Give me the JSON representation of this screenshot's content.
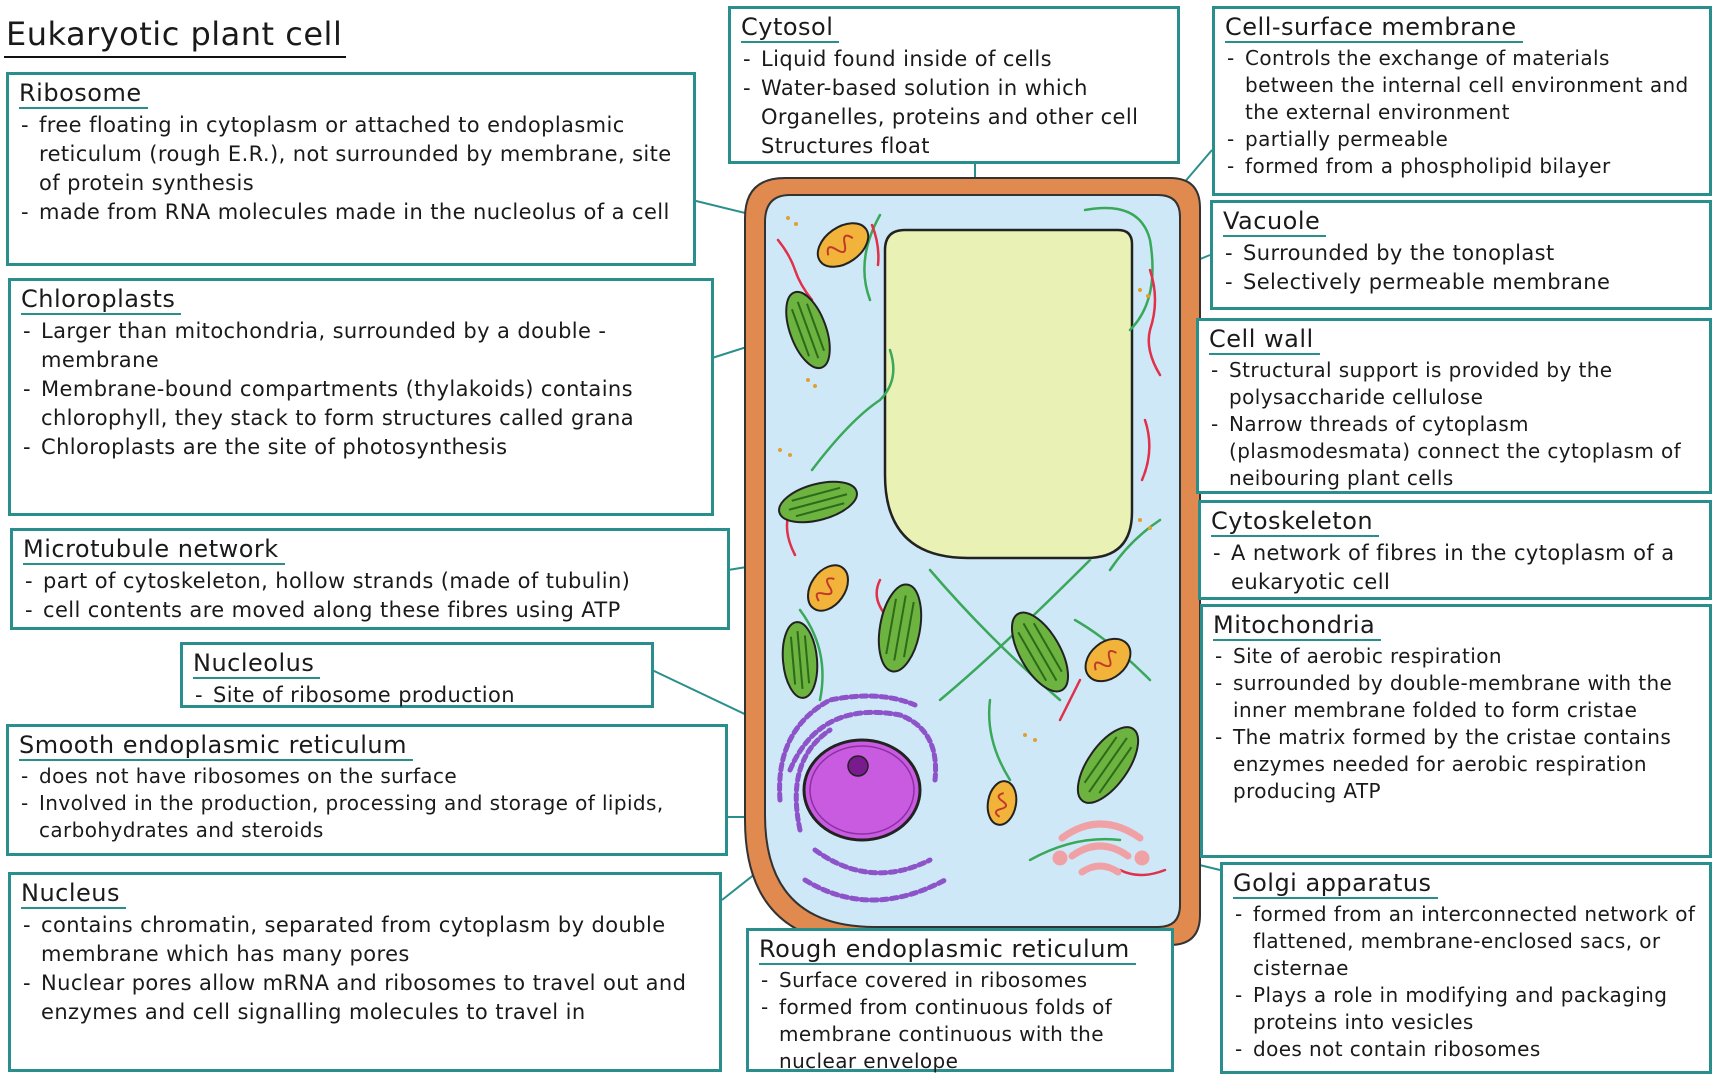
{
  "title": "Eukaryotic plant cell",
  "colors": {
    "box_border": "#2a8f8c",
    "cell_wall": "#e08a4f",
    "cytoplasm": "#cfe8f7",
    "vacuole": "#e9f1b4",
    "chloroplast": "#6cb33f",
    "mitochondria": "#f2b33a",
    "nucleus": "#c95be0",
    "golgi": "#f0a1a5",
    "microtubule": "#3aa85a",
    "smooth_er": "#e0304a"
  },
  "labels": {
    "cytosol": {
      "heading": "Cytosol",
      "points": [
        "Liquid found inside of cells",
        "Water-based solution in which Organelles, proteins and other cell Structures float"
      ]
    },
    "cell_surface_membrane": {
      "heading": "Cell-surface membrane",
      "points": [
        "Controls the exchange of materials between the internal cell environment and the external environment",
        "partially permeable",
        "formed from a phospholipid bilayer"
      ]
    },
    "ribosome": {
      "heading": "Ribosome",
      "points": [
        "free floating in cytoplasm or attached to endoplasmic reticulum (rough E.R.), not surrounded by membrane, site of protein synthesis",
        "made from RNA molecules made in the nucleolus of a cell"
      ]
    },
    "vacuole": {
      "heading": "Vacuole",
      "points": [
        "Surrounded by the tonoplast",
        "Selectively permeable membrane"
      ]
    },
    "chloroplasts": {
      "heading": "Chloroplasts",
      "points": [
        "Larger than mitochondria, surrounded by a double - membrane",
        "Membrane-bound compartments (thylakoids) contains chlorophyll, they stack to form structures called grana",
        "Chloroplasts are the site of photosynthesis"
      ]
    },
    "cell_wall": {
      "heading": "Cell wall",
      "points": [
        "Structural support is provided by the polysaccharide cellulose",
        "Narrow threads of cytoplasm (plasmodesmata) connect the cytoplasm of neibouring plant cells"
      ]
    },
    "cytoskeleton": {
      "heading": "Cytoskeleton",
      "points": [
        "A network of fibres in the cytoplasm of a eukaryotic cell"
      ]
    },
    "microtubule": {
      "heading": "Microtubule network",
      "points": [
        "part of cytoskeleton, hollow strands (made of tubulin)",
        "cell contents are moved along these fibres using ATP"
      ]
    },
    "mitochondria": {
      "heading": "Mitochondria",
      "points": [
        "Site of aerobic respiration",
        "surrounded by double-membrane with the inner membrane folded to form cristae",
        "The matrix formed by the cristae contains enzymes needed for aerobic respiration producing ATP"
      ]
    },
    "nucleolus": {
      "heading": "Nucleolus",
      "points": [
        "Site of ribosome production"
      ]
    },
    "smooth_er": {
      "heading": "Smooth endoplasmic reticulum",
      "points": [
        "does not have ribosomes on the surface",
        "Involved in the production, processing and storage of lipids, carbohydrates and steroids"
      ]
    },
    "nucleus": {
      "heading": "Nucleus",
      "points": [
        "contains chromatin, separated from cytoplasm by double membrane which has many pores",
        "Nuclear pores allow mRNA and ribosomes to travel out and enzymes and cell signalling molecules to travel in"
      ]
    },
    "rough_er": {
      "heading": "Rough endoplasmic reticulum",
      "points": [
        "Surface covered in ribosomes",
        "formed from continuous folds of membrane continuous with the nuclear envelope"
      ]
    },
    "golgi": {
      "heading": "Golgi apparatus",
      "points": [
        "formed from an interconnected network of flattened, membrane-enclosed sacs, or cisternae",
        "Plays a role in modifying and packaging proteins into vesicles",
        "does not contain ribosomes"
      ]
    }
  }
}
